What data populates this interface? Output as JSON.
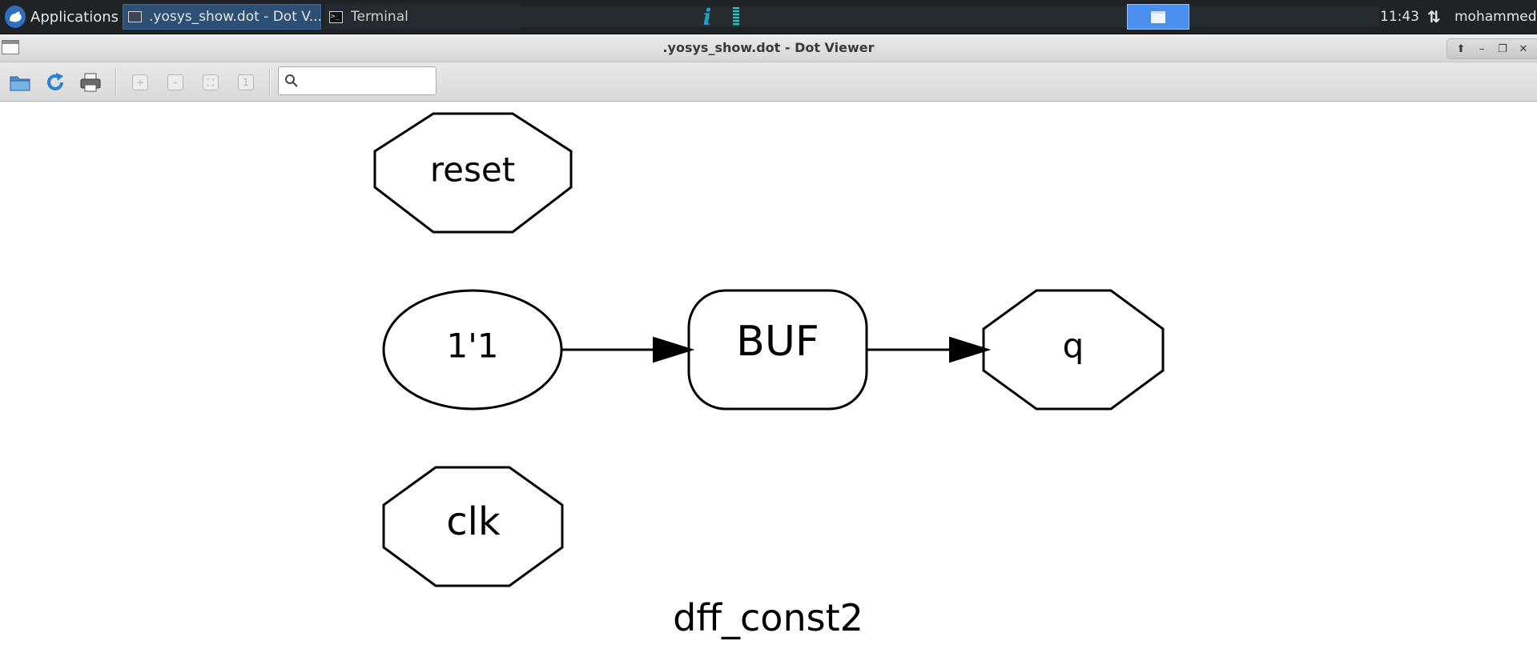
{
  "taskbar": {
    "applications_label": "Applications",
    "tasks": [
      {
        "label": ".yosys_show.dot - Dot V...",
        "active": true
      },
      {
        "label": "Terminal",
        "active": false
      }
    ],
    "info_glyph": "i",
    "clock": "11:43",
    "network_glyph": "⇅",
    "user": "mohammed"
  },
  "window": {
    "title": ".yosys_show.dot - Dot Viewer",
    "controls": {
      "up": "⬆",
      "minimize": "–",
      "restore": "❐",
      "close": "✕"
    }
  },
  "toolbar": {
    "buttons": [
      "open-icon",
      "reload-icon",
      "print-icon",
      "zoom-in-icon",
      "zoom-out-icon",
      "zoom-fit-icon",
      "zoom-100-icon"
    ],
    "search": {
      "value": "",
      "placeholder": ""
    }
  },
  "graph": {
    "title": "dff_const2",
    "nodes": [
      {
        "id": "reset",
        "label": "reset",
        "shape": "octagon"
      },
      {
        "id": "one",
        "label": "1'1",
        "shape": "ellipse"
      },
      {
        "id": "buf",
        "label": "BUF",
        "shape": "rounded-rect"
      },
      {
        "id": "q",
        "label": "q",
        "shape": "octagon"
      },
      {
        "id": "clk",
        "label": "clk",
        "shape": "octagon"
      }
    ],
    "edges": [
      {
        "from": "1'1",
        "to": "BUF"
      },
      {
        "from": "BUF",
        "to": "q"
      }
    ]
  },
  "colors": {
    "panel_bg": "#1f2326",
    "active_task": "#2d4f73",
    "workspace": "#4a8ff0",
    "info_icon": "#1aa3c8"
  }
}
